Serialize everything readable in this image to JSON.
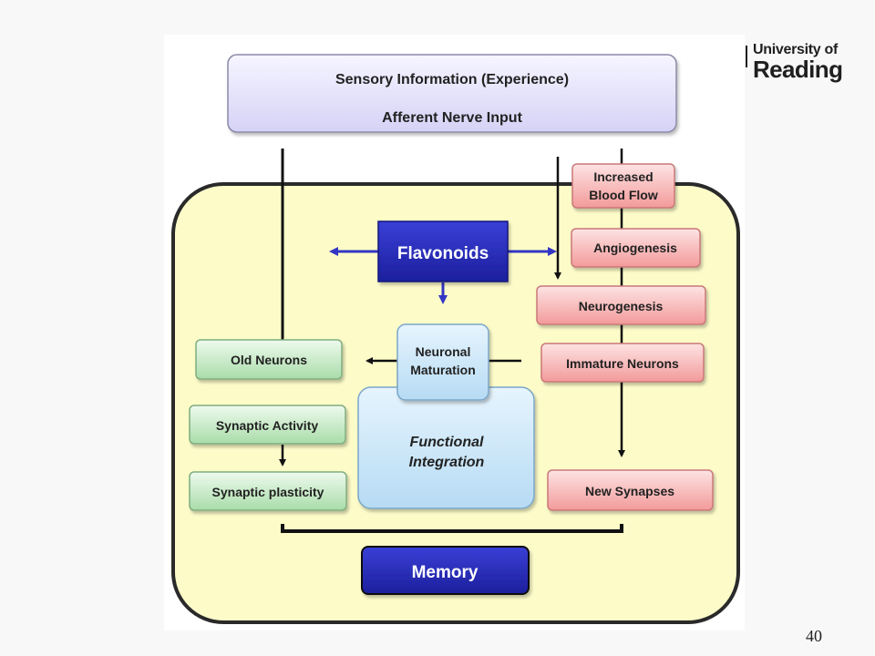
{
  "logo": {
    "line1": "University of",
    "line2": "Reading"
  },
  "page_number": "40",
  "diagram": {
    "header": {
      "line1": "Sensory Information (Experience)",
      "line2": "Afferent Nerve Input"
    },
    "flavonoids": "Flavonoids",
    "neuronal_maturation": {
      "line1": "Neuronal",
      "line2": "Maturation"
    },
    "functional_integration": {
      "line1": "Functional",
      "line2": "Integration"
    },
    "increased_blood_flow": {
      "line1": "Increased",
      "line2": "Blood Flow"
    },
    "angiogenesis": "Angiogenesis",
    "neurogenesis": "Neurogenesis",
    "immature_neurons": "Immature Neurons",
    "new_synapses": "New Synapses",
    "old_neurons": "Old Neurons",
    "synaptic_activity": "Synaptic Activity",
    "synaptic_plasticity": "Synaptic plasticity",
    "memory": "Memory"
  },
  "colors": {
    "outer_box": "#fdfcc9",
    "header_box": "#e6e4fb",
    "flavonoids_box": "#2b2fbf",
    "red_boxes": "#f7b8b8",
    "green_boxes": "#cdeecd",
    "blue_boxes": "#c5e3f7",
    "memory_box": "#2b2fbf"
  }
}
